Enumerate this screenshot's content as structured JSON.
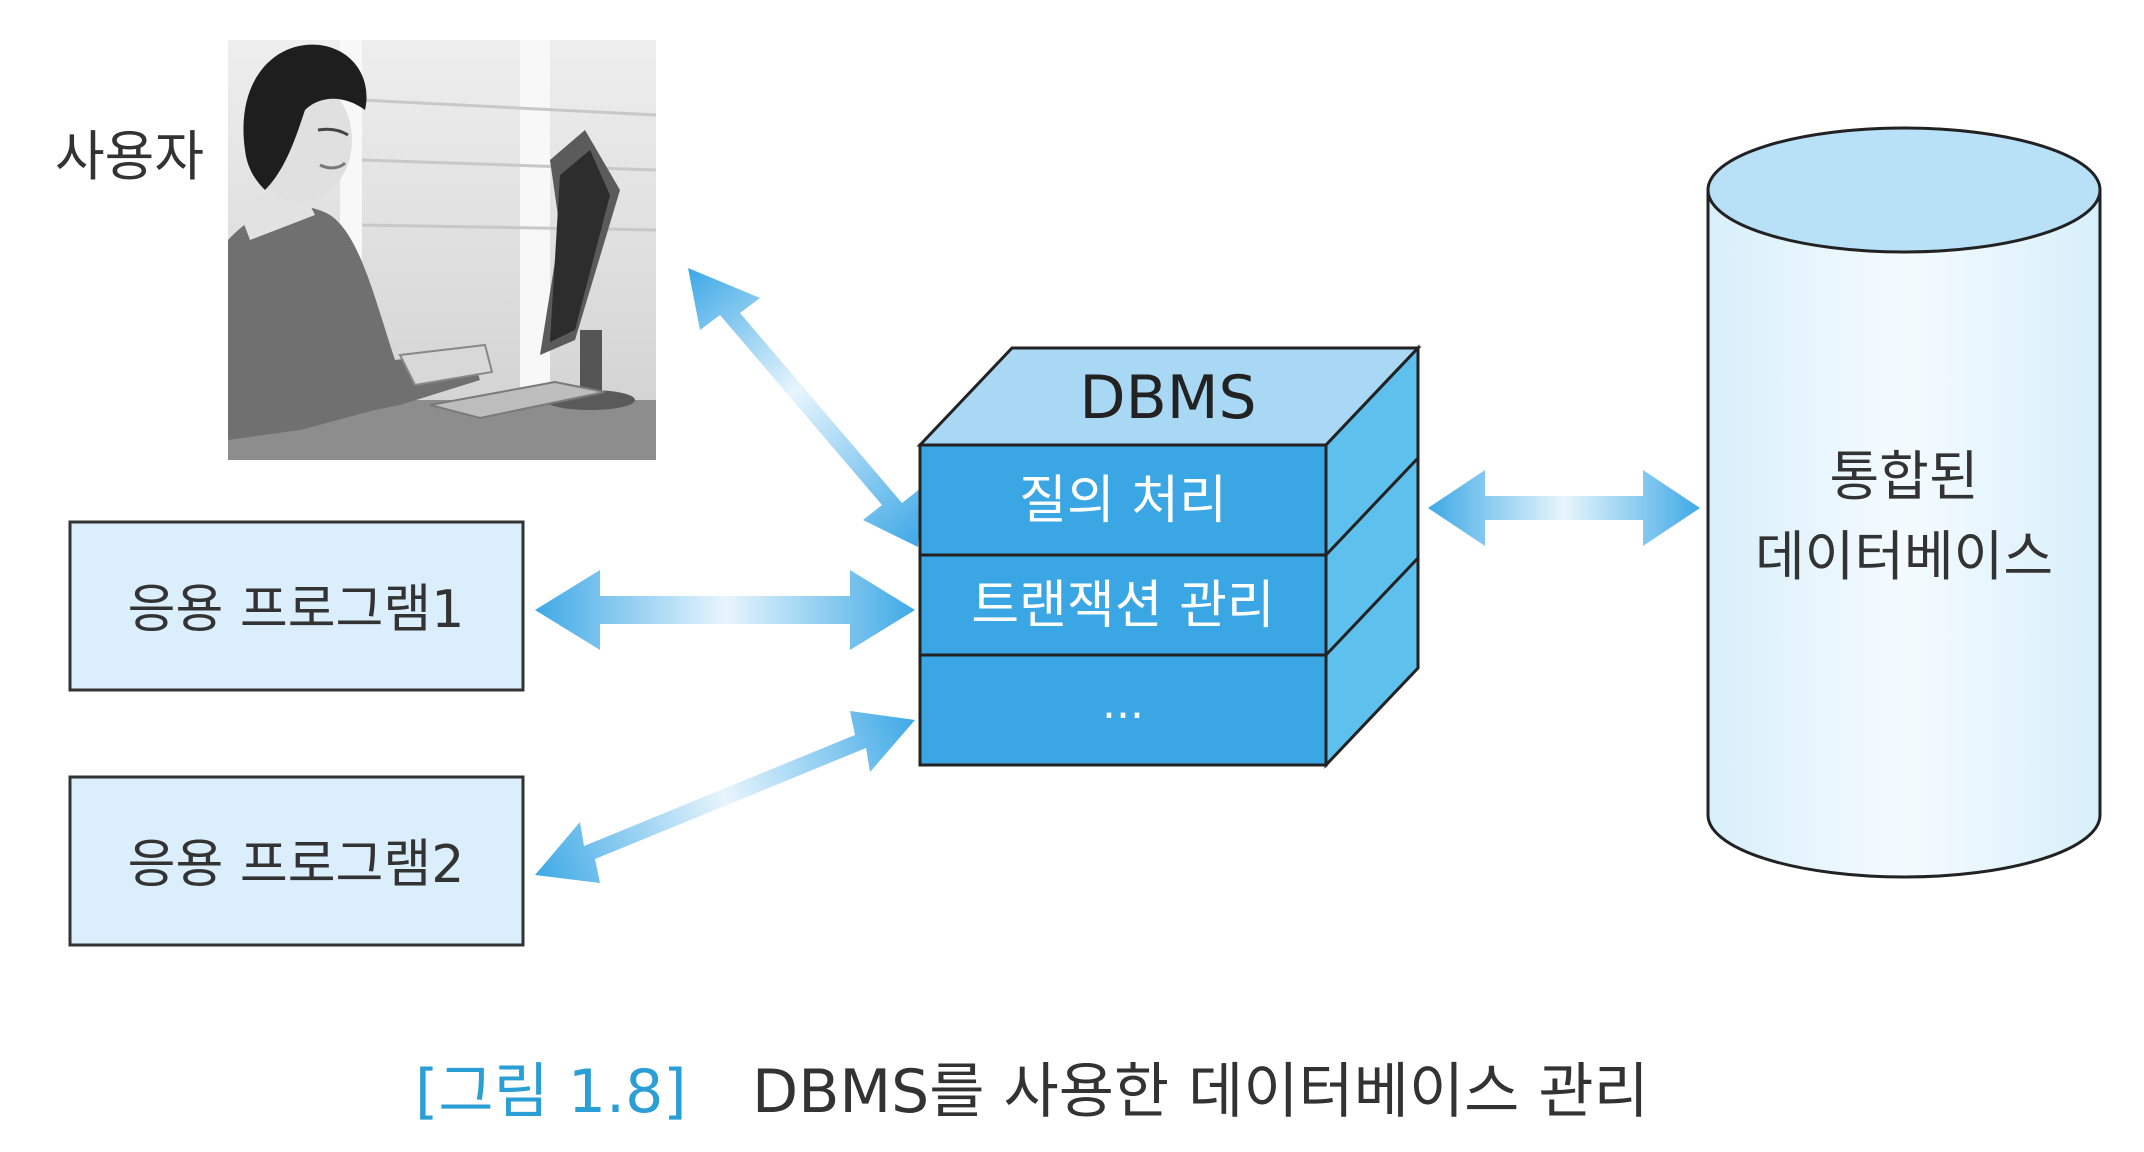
{
  "user": {
    "label": "사용자",
    "image": "person-at-computer-photo"
  },
  "app_programs": [
    {
      "label": "응용 프로그램1"
    },
    {
      "label": "응용 프로그램2"
    }
  ],
  "dbms": {
    "title": "DBMS",
    "layers": [
      "질의 처리",
      "트랜잭션 관리",
      "..."
    ]
  },
  "database": {
    "label_line1": "통합된",
    "label_line2": "데이터베이스"
  },
  "caption": {
    "number": "[그림 1.8]",
    "text": "DBMS를 사용한 데이터베이스 관리"
  },
  "colors": {
    "dbms_front": "#3aa6e4",
    "dbms_top": "#a8d8f4",
    "dbms_side": "#5ec0ec",
    "box_fill": "#dbeefb",
    "arrow": "#4ab3e8",
    "caption_number": "#2a9fd6",
    "cylinder_top": "#b8e1f7",
    "cylinder_body": "#e9f6fd"
  }
}
